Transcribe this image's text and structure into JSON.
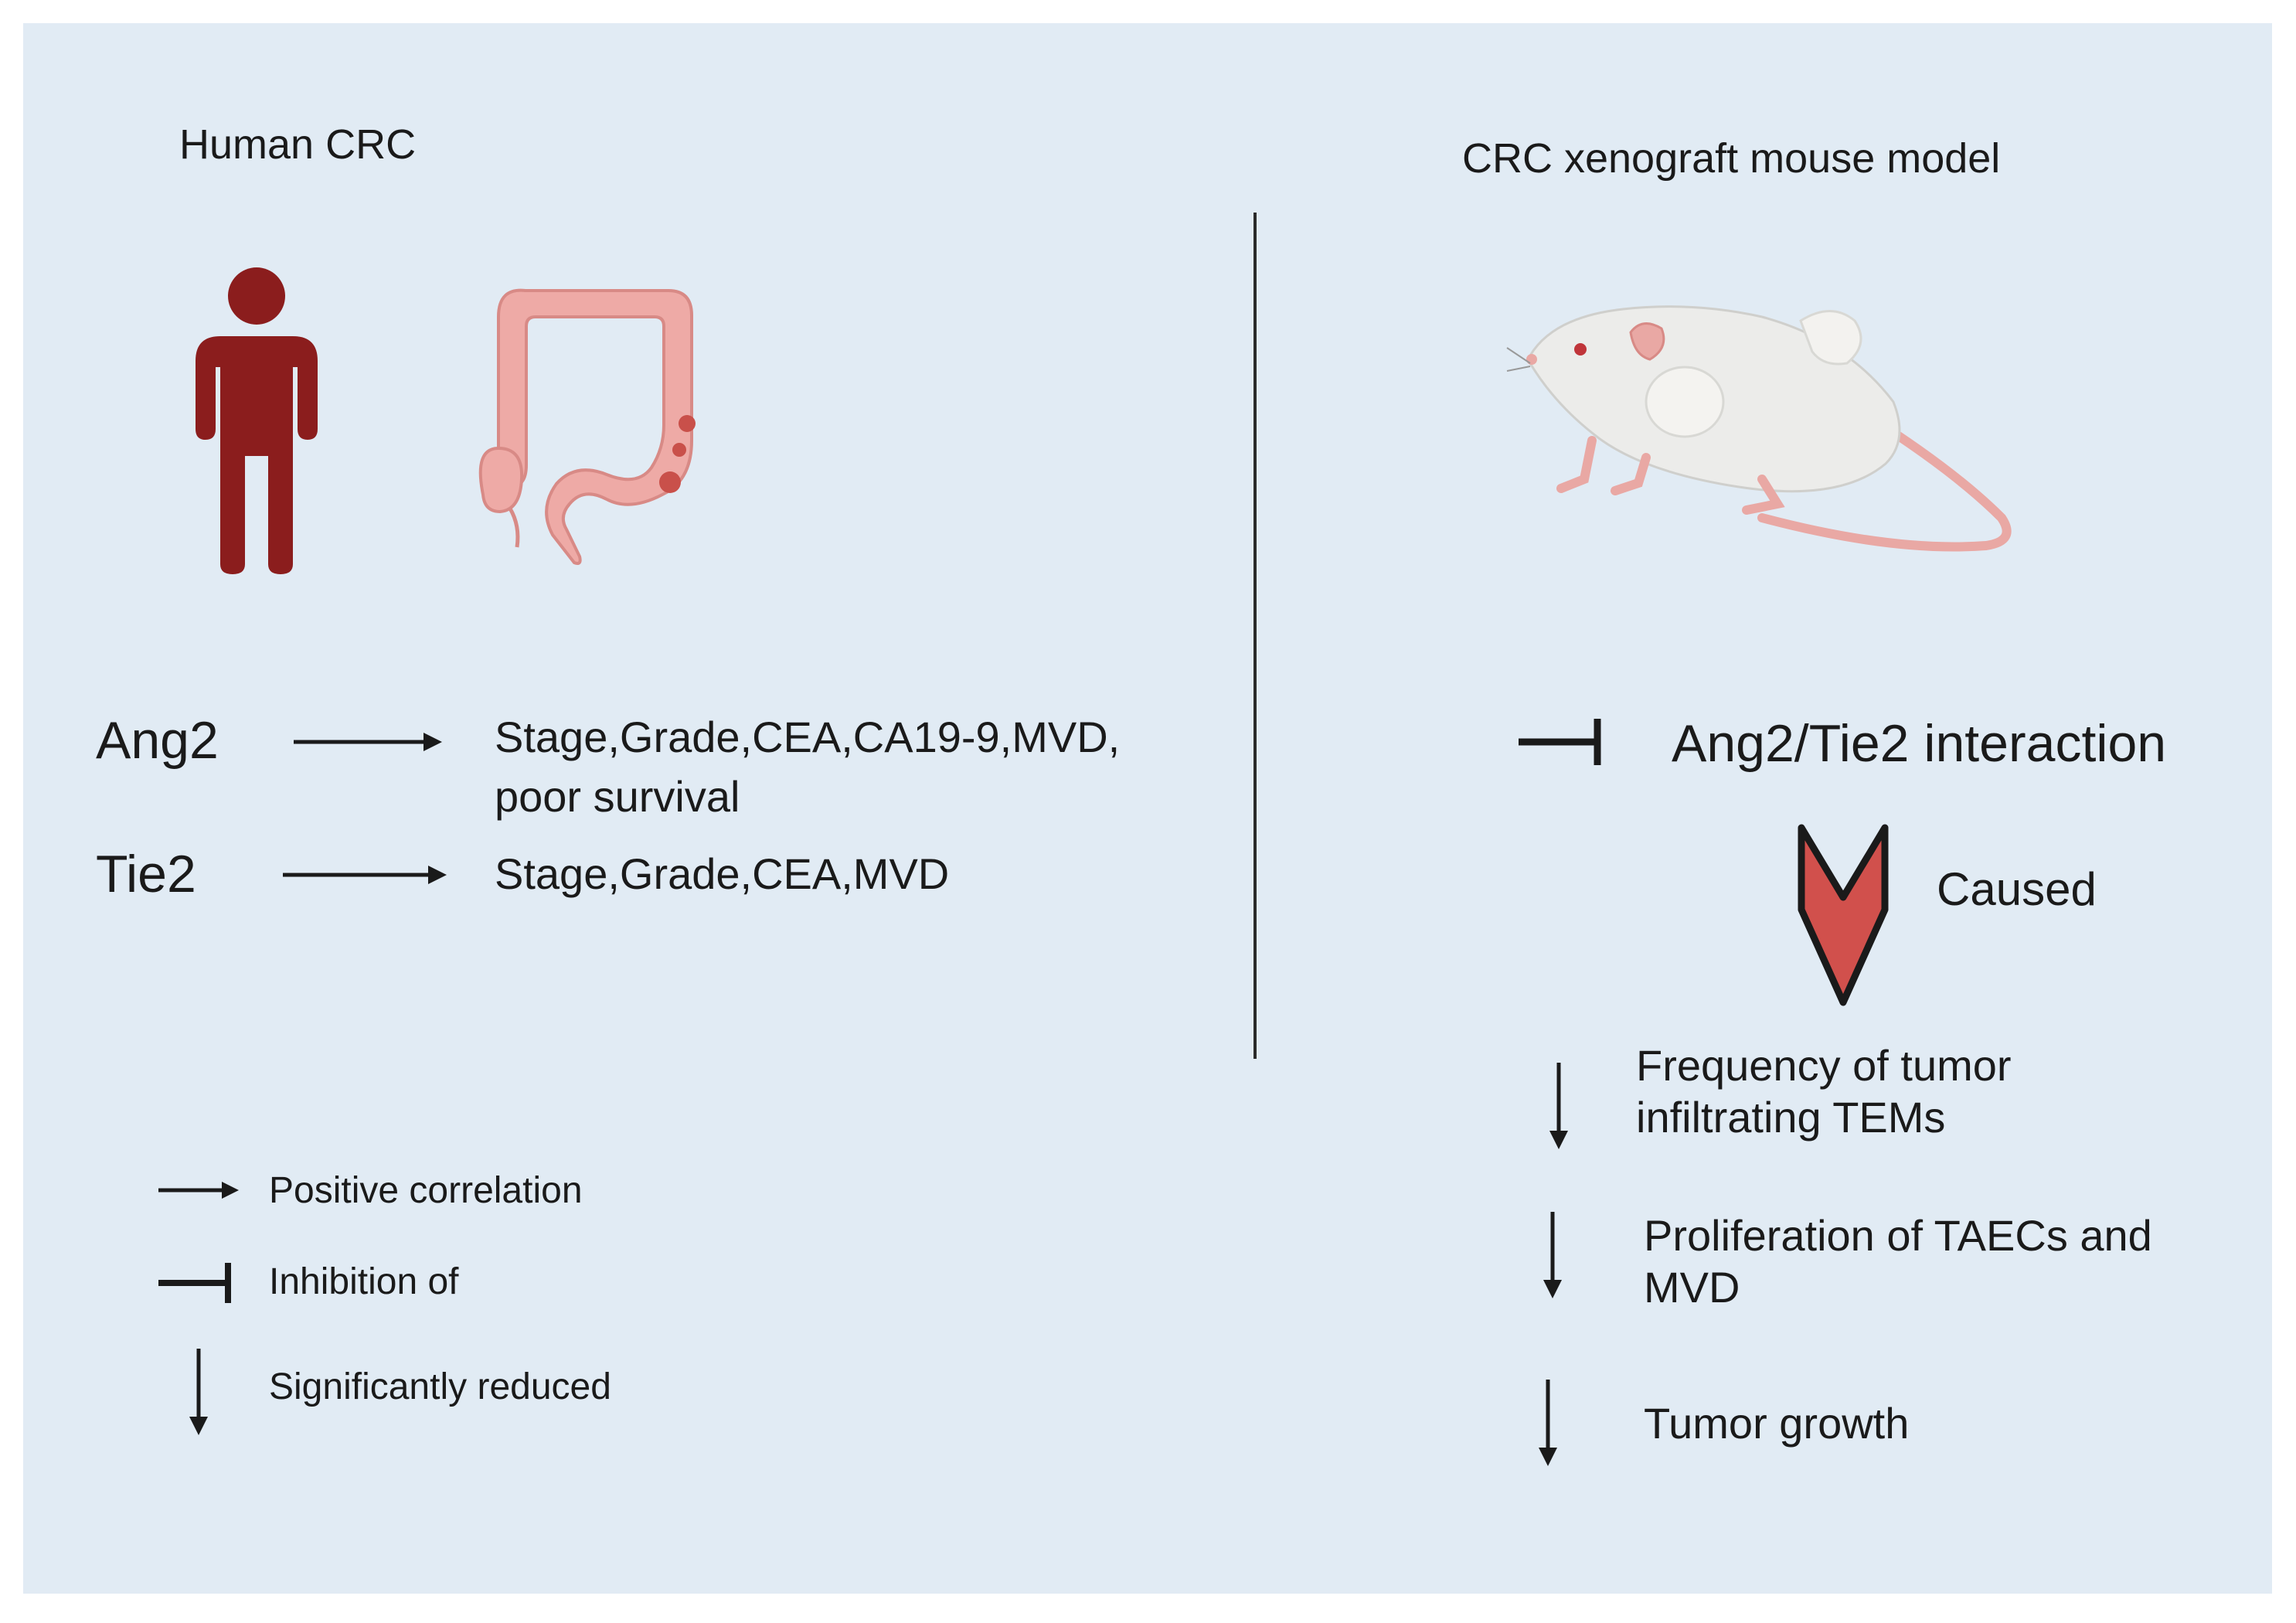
{
  "left": {
    "title": "Human CRC",
    "rows": [
      {
        "marker": "Ang2",
        "targets_line1": "Stage,Grade,CEA,CA19-9,MVD,",
        "targets_line2": "poor survival"
      },
      {
        "marker": "Tie2",
        "targets_line1": "Stage,Grade,CEA,MVD"
      }
    ]
  },
  "legend": [
    {
      "icon": "right-arrow-icon",
      "label": "Positive correlation"
    },
    {
      "icon": "inhibition-icon",
      "label": "Inhibition of"
    },
    {
      "icon": "down-arrow-icon",
      "label": "Significantly reduced"
    }
  ],
  "right": {
    "title": "CRC xenograft mouse model",
    "inhibition_target": "Ang2/Tie2 interaction",
    "caused_label": "Caused",
    "outcomes": [
      {
        "line1": "Frequency of tumor",
        "line2": "infiltrating TEMs"
      },
      {
        "line1": "Proliferation of TAECs and",
        "line2": "MVD"
      },
      {
        "line1": "Tumor growth"
      }
    ]
  },
  "colors": {
    "panel_bg": "#e1ebf4",
    "human_figure": "#8b1d1d",
    "colon": "#eeaaa6",
    "polyp": "#c9504a",
    "caused_chevron": "#d1504c",
    "text": "#1a1a1a"
  }
}
